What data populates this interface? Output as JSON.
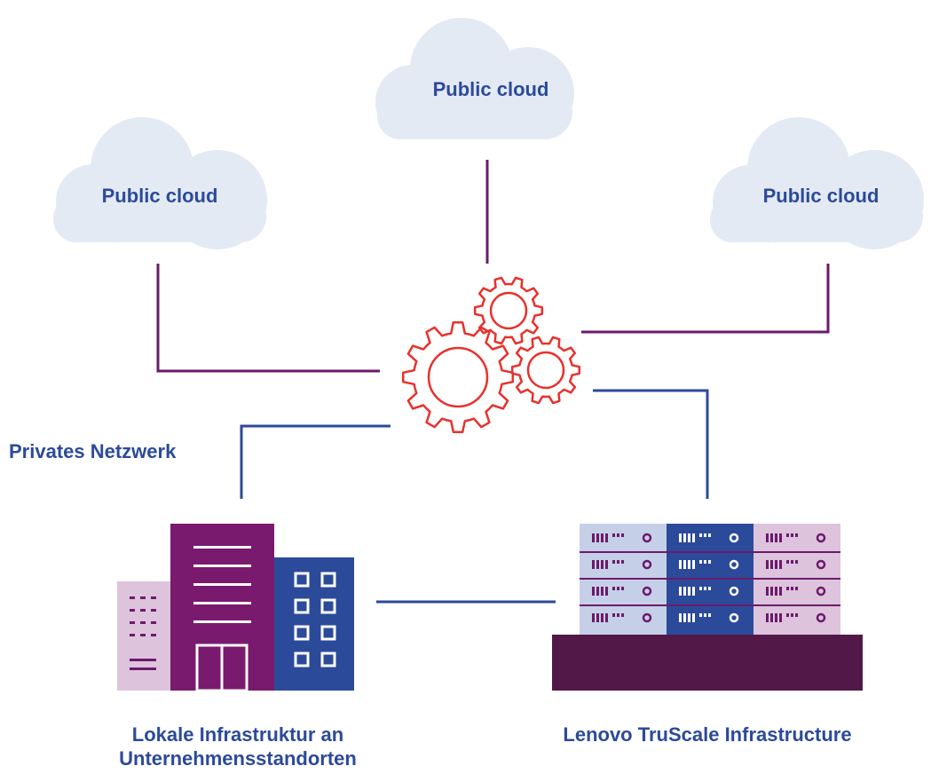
{
  "clouds": [
    {
      "label": "Public cloud"
    },
    {
      "label": "Public cloud"
    },
    {
      "label": "Public cloud"
    }
  ],
  "private_network": {
    "label": "Privates Netzwerk"
  },
  "local_infrastructure": {
    "line1": "Lokale Infrastruktur an",
    "line2": "Unternehmensstandorten"
  },
  "truscale": {
    "label": "Lenovo TruScale Infrastructure"
  },
  "colors": {
    "cloud_fill": "#e4eaf3",
    "label_text": "#2c4a9a",
    "purple_line": "#6b1a6b",
    "blue_line": "#2c4a9a",
    "gear_stroke": "#e8312c",
    "building_light": "#ddc3dc",
    "building_main": "#7a1a6e",
    "building_blue": "#2c4a9a",
    "server_light_blue": "#c6cfe8",
    "server_blue": "#2c4a9a",
    "server_pink": "#ddc3dc",
    "server_base": "#521848",
    "server_marks": "#6b1a6b"
  }
}
